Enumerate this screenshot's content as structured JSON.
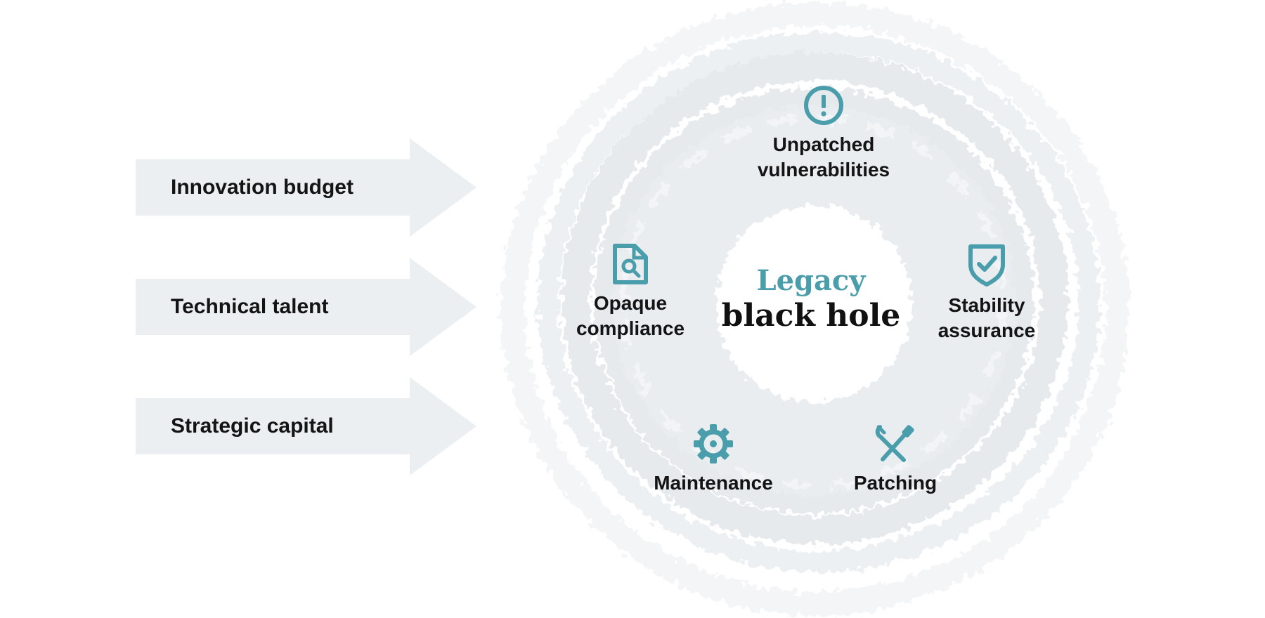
{
  "inputs": [
    {
      "label": "Innovation budget"
    },
    {
      "label": "Technical talent"
    },
    {
      "label": "Strategic capital"
    }
  ],
  "center": {
    "line1": "Legacy",
    "line2": "black hole"
  },
  "orbit_items": [
    {
      "label": "Unpatched\nvulnerabilities",
      "icon": "exclamation-circle-icon"
    },
    {
      "label": "Opaque\ncompliance",
      "icon": "document-search-icon"
    },
    {
      "label": "Stability\nassurance",
      "icon": "shield-check-icon"
    },
    {
      "label": "Maintenance",
      "icon": "gear-icon"
    },
    {
      "label": "Patching",
      "icon": "wrench-screwdriver-icon"
    }
  ],
  "colors": {
    "accent": "#4a9daa",
    "arrow": "#eceff1",
    "vortex": "#e9edf0"
  }
}
